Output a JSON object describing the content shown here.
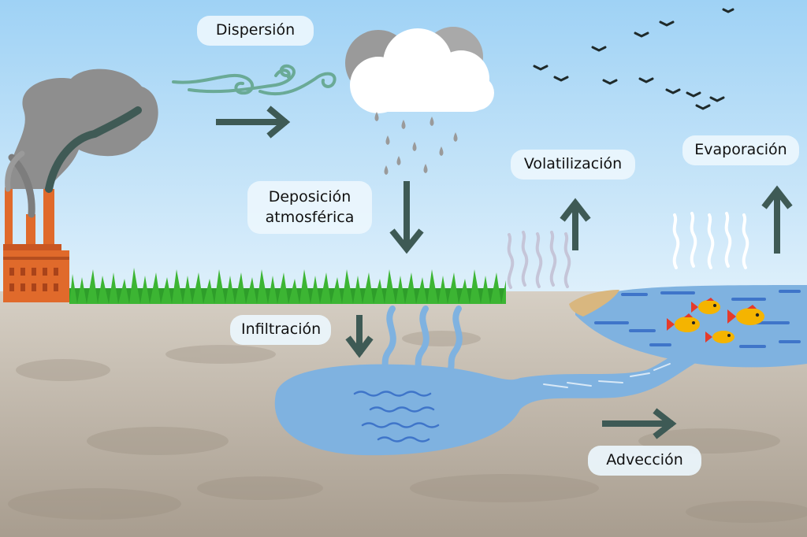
{
  "labels": {
    "dispersion": "Dispersión",
    "deposition_line1": "Deposición",
    "deposition_line2": "atmosférica",
    "volatilization": "Volatilización",
    "evaporation": "Evaporación",
    "infiltration": "Infiltración",
    "advection": "Advección"
  },
  "colors": {
    "sky_top": "#9fd2f5",
    "sky_bottom": "#d9eefb",
    "soil": "#b8ae9f",
    "grass": "#2e9e2a",
    "water": "#7fb2e0",
    "arrow": "#3e5a55",
    "factory": "#e06a2b",
    "smoke": "#8e8e8e",
    "label_bg": "#ecf6fd"
  },
  "icons": [
    "factory-icon",
    "smoke-icon",
    "wind-icon",
    "cloud-icon",
    "rain-icon",
    "grass-icon",
    "birds-icon",
    "fish-icon",
    "vapor-icon",
    "arrow-icon"
  ]
}
